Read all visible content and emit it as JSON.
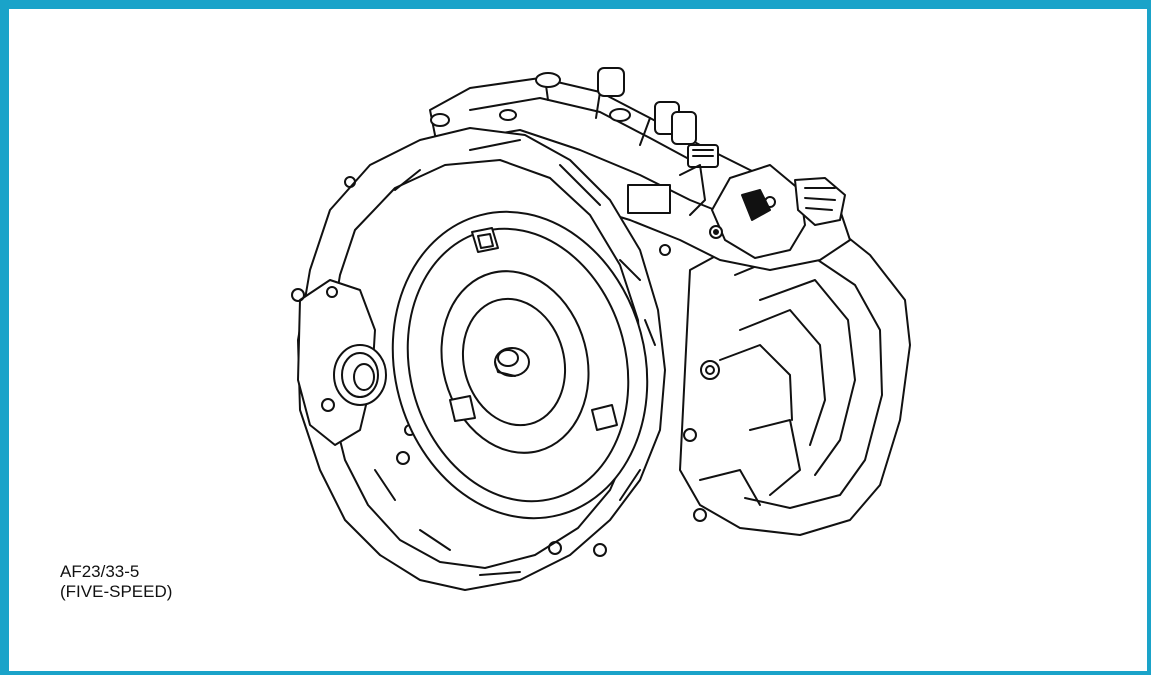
{
  "caption": {
    "line1": "AF23/33-5",
    "line2": "(FIVE-SPEED)"
  },
  "colors": {
    "frame": "#1aa3c9",
    "ink": "#111111",
    "paper": "#ffffff"
  },
  "icons": [
    "transmission-illustration"
  ]
}
